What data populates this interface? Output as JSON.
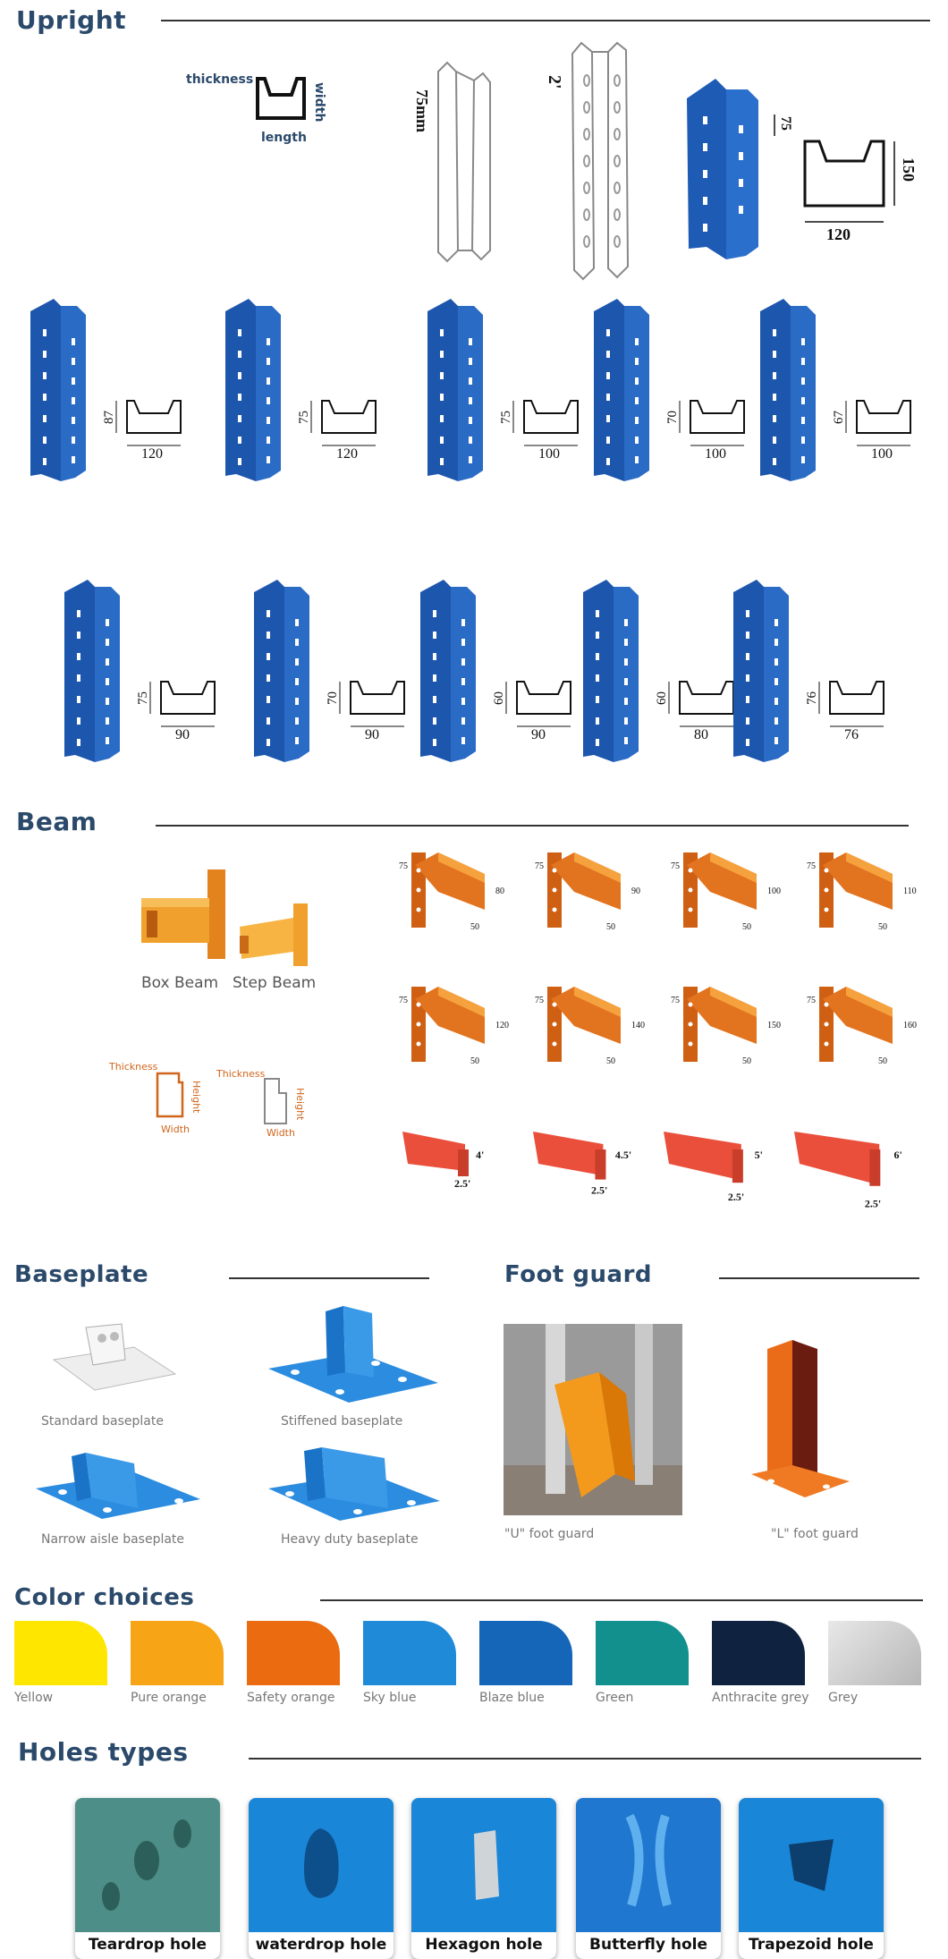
{
  "sections": {
    "upright": "Upright",
    "beam": "Beam",
    "baseplate": "Baseplate",
    "foot_guard": "Foot guard",
    "color_choices": "Color choices",
    "holes_types": "Holes types"
  },
  "upright": {
    "profile_labels": {
      "thickness": "thickness",
      "width": "width",
      "length": "length"
    },
    "dim_75mm": "75mm",
    "dim_2in": "2'",
    "large_profile": {
      "height": "150",
      "width": "120",
      "step": "75"
    },
    "row1": [
      {
        "h": "87",
        "w": "120"
      },
      {
        "h": "75",
        "w": "120"
      },
      {
        "h": "75",
        "w": "100"
      },
      {
        "h": "70",
        "w": "100"
      },
      {
        "h": "67",
        "w": "100"
      }
    ],
    "row2": [
      {
        "h": "75",
        "w": "90"
      },
      {
        "h": "70",
        "w": "90"
      },
      {
        "h": "60",
        "w": "90"
      },
      {
        "h": "60",
        "w": "80"
      },
      {
        "h": "76",
        "w": "76"
      }
    ]
  },
  "beam": {
    "box_beam": "Box Beam",
    "step_beam": "Step Beam",
    "profile_labels": {
      "thickness": "Thickness",
      "height": "Height",
      "width": "Width"
    },
    "row1": [
      {
        "a": "75",
        "h": "80",
        "b": "50"
      },
      {
        "a": "75",
        "h": "90",
        "b": "50"
      },
      {
        "a": "75",
        "h": "100",
        "b": "50"
      },
      {
        "a": "75",
        "h": "110",
        "b": "50"
      }
    ],
    "row2": [
      {
        "a": "75",
        "h": "120",
        "b": "50"
      },
      {
        "a": "75",
        "h": "140",
        "b": "50"
      },
      {
        "a": "75",
        "h": "150",
        "b": "50"
      },
      {
        "a": "75",
        "h": "160",
        "b": "50"
      }
    ],
    "row3": [
      {
        "h": "4'",
        "b": "2.5'"
      },
      {
        "h": "4.5'",
        "b": "2.5'"
      },
      {
        "h": "5'",
        "b": "2.5'"
      },
      {
        "h": "6'",
        "b": "2.5'"
      }
    ]
  },
  "baseplate": {
    "items": [
      "Standard baseplate",
      "Stiffened baseplate",
      "Narrow aisle baseplate",
      "Heavy duty baseplate"
    ]
  },
  "foot_guard": {
    "items": [
      "\"U\" foot guard",
      "\"L\" foot guard"
    ]
  },
  "colors": [
    {
      "label": "Yellow",
      "hex": "#ffe600"
    },
    {
      "label": "Pure orange",
      "hex": "#f7a416"
    },
    {
      "label": "Safety orange",
      "hex": "#ea6b10"
    },
    {
      "label": "Sky blue",
      "hex": "#1f8bd8"
    },
    {
      "label": "Blaze blue",
      "hex": "#1565b8"
    },
    {
      "label": "Green",
      "hex": "#12908e"
    },
    {
      "label": "Anthracite grey",
      "hex": "#0f2340"
    },
    {
      "label": "Grey",
      "hex": "#c9c9c9"
    }
  ],
  "holes": [
    "Teardrop hole",
    "waterdrop hole",
    "Hexagon hole",
    "Butterfly hole",
    "Trapezoid hole"
  ]
}
